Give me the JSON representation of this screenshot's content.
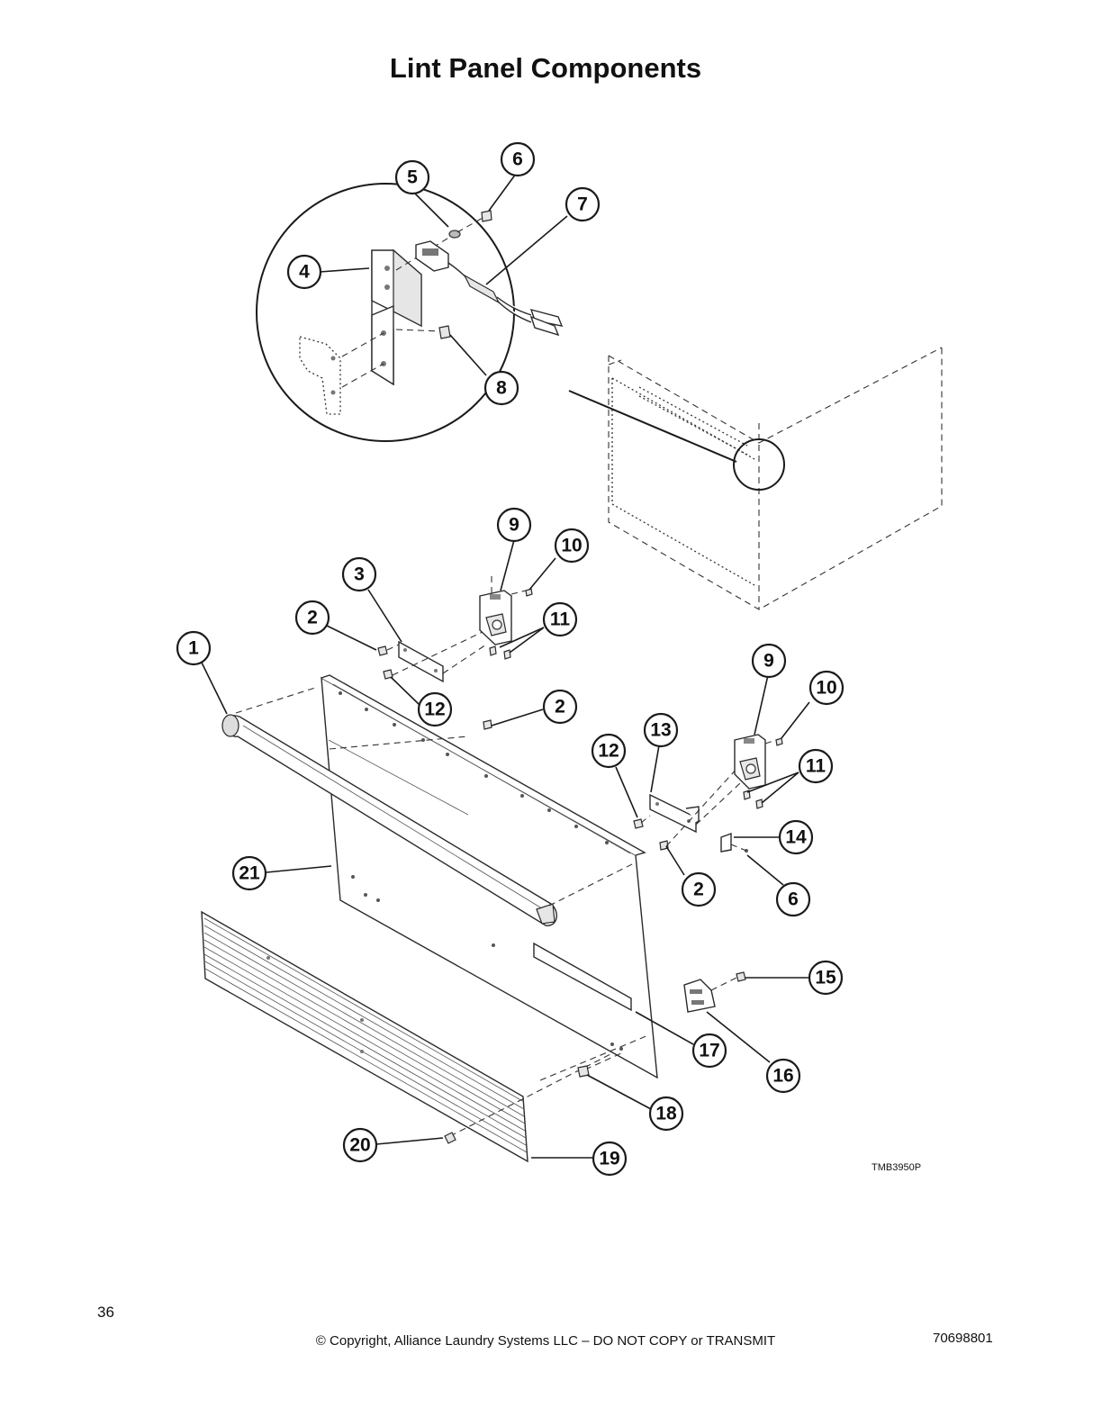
{
  "page": {
    "title": "Lint Panel Components",
    "drawing_id": "TMB3950P",
    "page_number": "36",
    "copyright": "© Copyright, Alliance Laundry Systems LLC – DO NOT COPY or TRANSMIT",
    "document_number": "70698801"
  },
  "callouts": [
    "1",
    "2",
    "3",
    "4",
    "5",
    "6",
    "7",
    "8",
    "9",
    "10",
    "11",
    "12",
    "13",
    "14",
    "15",
    "16",
    "17",
    "18",
    "19",
    "20",
    "21"
  ]
}
